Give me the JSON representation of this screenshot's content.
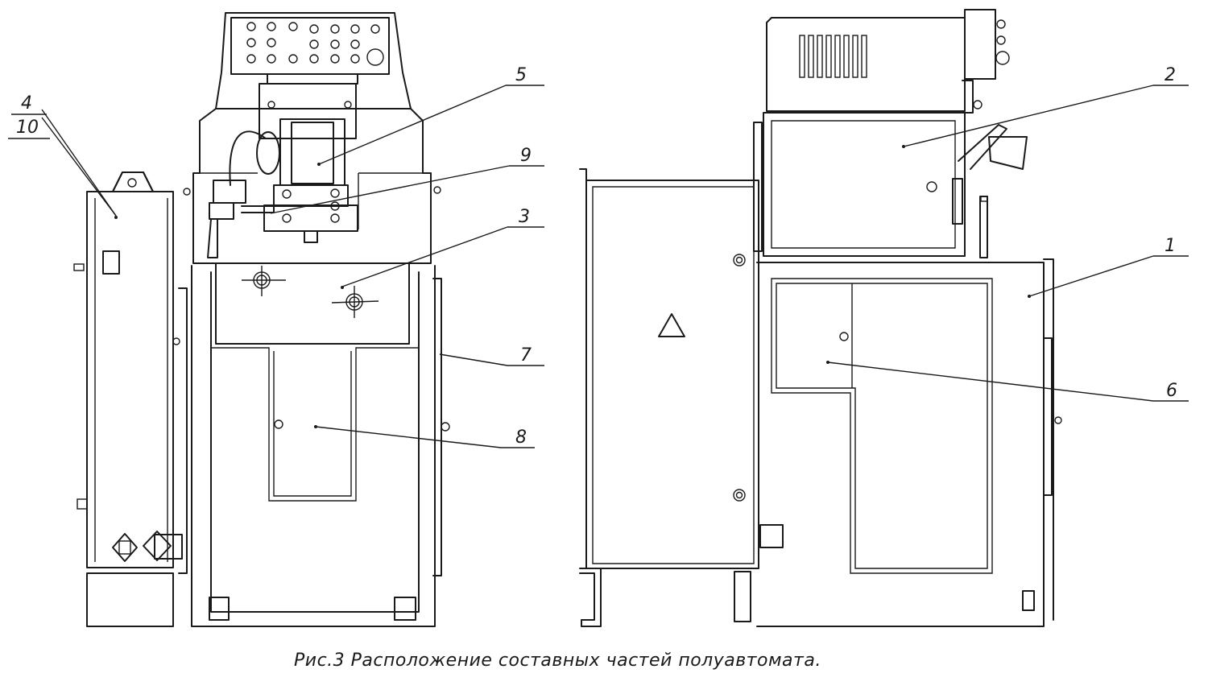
{
  "figure": {
    "caption": "Рис.3  Расположение составных частей полуавтомата."
  },
  "callouts": [
    {
      "id": "c4",
      "label": "4"
    },
    {
      "id": "c10",
      "label": "10"
    },
    {
      "id": "c5",
      "label": "5"
    },
    {
      "id": "c9",
      "label": "9"
    },
    {
      "id": "c3",
      "label": "3"
    },
    {
      "id": "c7",
      "label": "7"
    },
    {
      "id": "c8",
      "label": "8"
    },
    {
      "id": "c2",
      "label": "2"
    },
    {
      "id": "c1",
      "label": "1"
    },
    {
      "id": "c6",
      "label": "6"
    }
  ],
  "colors": {
    "ink": "#1a1a1a",
    "paper": "#ffffff"
  }
}
